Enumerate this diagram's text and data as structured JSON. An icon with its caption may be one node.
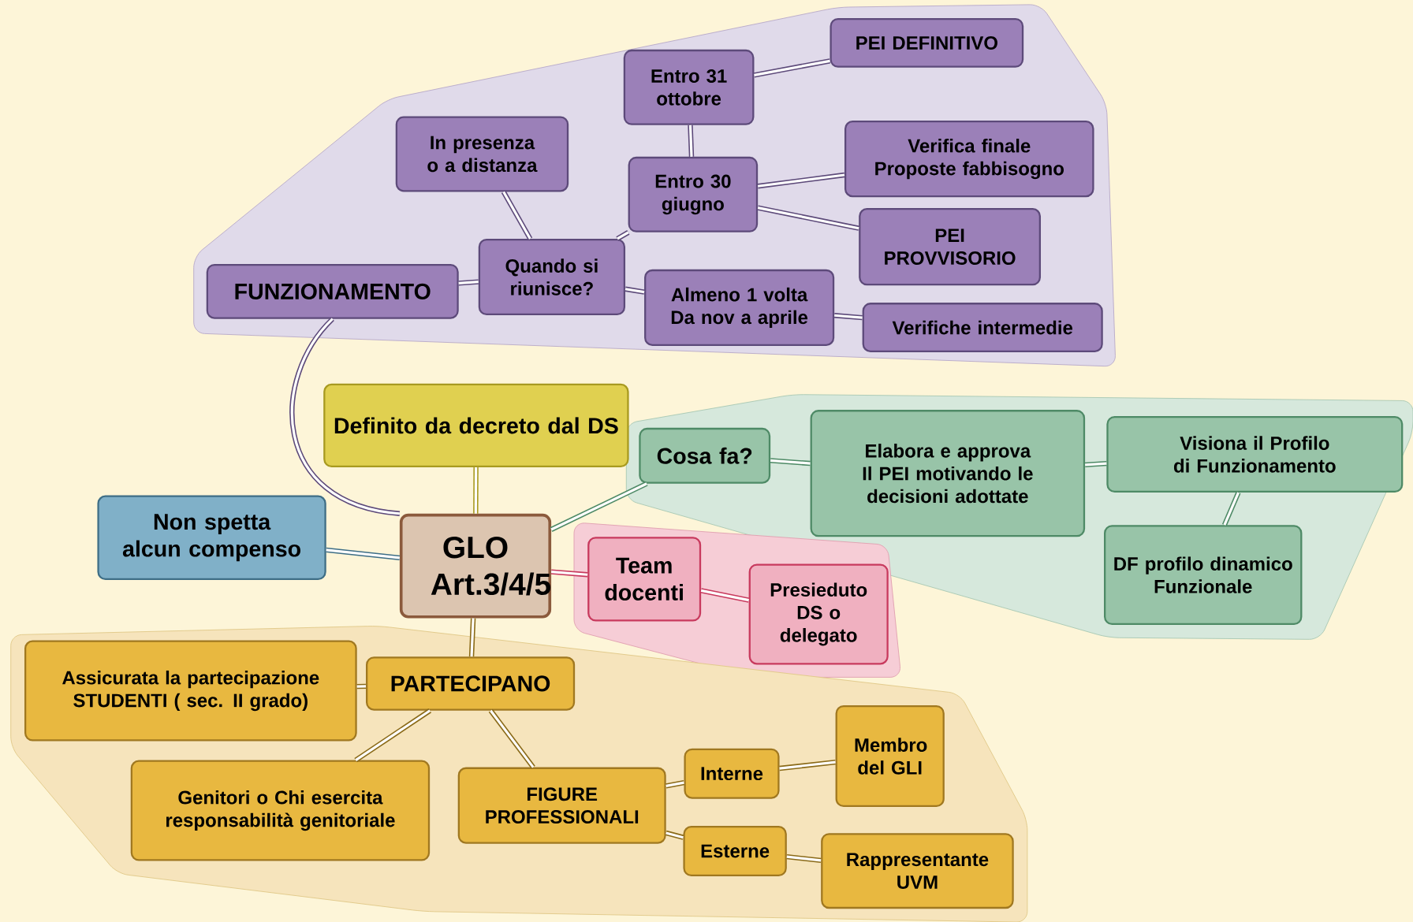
{
  "diagram": {
    "nodes": [
      {
        "text": [
          "GLO Art.3/4/5"
        ]
      },
      {
        "text": [
          "Definito da decreto dal DS"
        ]
      },
      {
        "text": [
          "FUNZIONAMENTO"
        ]
      },
      {
        "text": [
          "Quando si riunisce?"
        ]
      },
      {
        "text": [
          "In presenza o a distanza"
        ]
      },
      {
        "text": [
          "Entro 30 giugno"
        ]
      },
      {
        "text": [
          "Entro 31 ottobre"
        ]
      },
      {
        "text": [
          "PEI DEFINITIVO"
        ]
      },
      {
        "text": [
          "Verifica finale Proposte fabbisogno"
        ]
      },
      {
        "text": [
          "PEI PROVVISORIO"
        ]
      },
      {
        "text": [
          "Almeno 1 volta Da nov a aprile"
        ]
      },
      {
        "text": [
          "Verifiche intermedie"
        ]
      },
      {
        "text": [
          "Cosa fa?"
        ]
      },
      {
        "text": [
          "Elabora e approva Il PEI motivando le decisioni adottate"
        ]
      },
      {
        "text": [
          "Visiona il Profilo di Funzionamento"
        ]
      },
      {
        "text": [
          "DF profilo dinamico Funzionale"
        ]
      },
      {
        "text": [
          "Non spetta alcun compenso"
        ]
      },
      {
        "text": [
          "Team docenti"
        ]
      },
      {
        "text": [
          "Presieduto DS o delegato"
        ]
      },
      {
        "text": [
          "PARTECIPANO"
        ]
      },
      {
        "text": [
          "Assicurata la partecipazione STUDENTI ( sec. II grado)"
        ]
      },
      {
        "text": [
          "Genitori o Chi esercita responsabilità genitoriale"
        ]
      },
      {
        "text": [
          "FIGURE PROFESSIONALI"
        ]
      },
      {
        "text": [
          "Interne"
        ]
      },
      {
        "text": [
          "Membro del GLI"
        ]
      },
      {
        "text": [
          "Esterne"
        ]
      },
      {
        "text": [
          "Rappresentante UVM"
        ]
      }
    ],
    "edges": [
      {
        "from": 0,
        "to": 1,
        "arrow": "none",
        "color": "#a89a20"
      },
      {
        "from": 0,
        "to": 2,
        "arrow": "none",
        "color": "#5d4a7a"
      },
      {
        "from": 2,
        "to": 3,
        "arrow": "none",
        "color": "#5d4a7a"
      },
      {
        "from": 3,
        "to": 4,
        "arrow": "none",
        "color": "#5d4a7a"
      },
      {
        "from": 3,
        "to": 5,
        "arrow": "none",
        "color": "#5d4a7a"
      },
      {
        "from": 5,
        "to": 6,
        "arrow": "none",
        "color": "#5d4a7a"
      },
      {
        "from": 6,
        "to": 7,
        "arrow": "none",
        "color": "#5d4a7a"
      },
      {
        "from": 5,
        "to": 8,
        "arrow": "none",
        "color": "#5d4a7a"
      },
      {
        "from": 5,
        "to": 9,
        "arrow": "none",
        "color": "#5d4a7a"
      },
      {
        "from": 3,
        "to": 10,
        "arrow": "none",
        "color": "#5d4a7a"
      },
      {
        "from": 10,
        "to": 11,
        "arrow": "none",
        "color": "#5d4a7a"
      },
      {
        "from": 0,
        "to": 12,
        "arrow": "none",
        "color": "#4e8a66"
      },
      {
        "from": 12,
        "to": 13,
        "arrow": "none",
        "color": "#4e8a66"
      },
      {
        "from": 13,
        "to": 14,
        "arrow": "none",
        "color": "#4e8a66"
      },
      {
        "from": 14,
        "to": 15,
        "arrow": "none",
        "color": "#4e8a66"
      },
      {
        "from": 0,
        "to": 16,
        "arrow": "none",
        "color": "#3e6e86"
      },
      {
        "from": 0,
        "to": 17,
        "arrow": "none",
        "color": "#c83a5e"
      },
      {
        "from": 17,
        "to": 18,
        "arrow": "none",
        "color": "#c83a5e"
      },
      {
        "from": 0,
        "to": 19,
        "arrow": "none",
        "color": "#8a6a18"
      },
      {
        "from": 19,
        "to": 20,
        "arrow": "none",
        "color": "#8a6a18"
      },
      {
        "from": 19,
        "to": 21,
        "arrow": "none",
        "color": "#8a6a18"
      },
      {
        "from": 19,
        "to": 22,
        "arrow": "none",
        "color": "#8a6a18"
      },
      {
        "from": 22,
        "to": 23,
        "arrow": "none",
        "color": "#8a6a18"
      },
      {
        "from": 23,
        "to": 24,
        "arrow": "none",
        "color": "#8a6a18"
      },
      {
        "from": 22,
        "to": 25,
        "arrow": "none",
        "color": "#8a6a18"
      },
      {
        "from": 25,
        "to": 26,
        "arrow": "none",
        "color": "#8a6a18"
      }
    ]
  }
}
